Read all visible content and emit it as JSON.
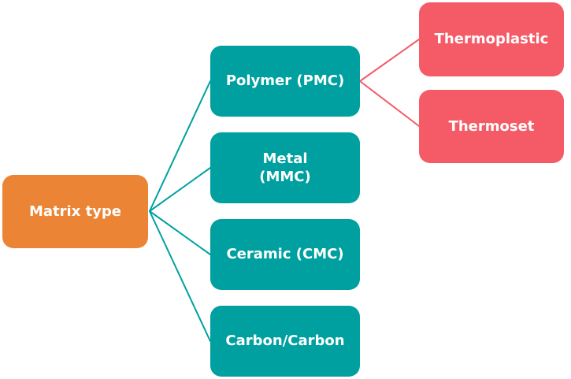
{
  "diagram": {
    "root": {
      "label": "Matrix type"
    },
    "branches": [
      {
        "label": "Polymer (PMC)",
        "children": [
          {
            "label": "Thermoplastic"
          },
          {
            "label": "Thermoset"
          }
        ]
      },
      {
        "label": "Metal\n(MMC)",
        "children": []
      },
      {
        "label": "Ceramic (CMC)",
        "children": []
      },
      {
        "label": "Carbon/Carbon",
        "children": []
      }
    ],
    "colors": {
      "root_fill": "#EB8434",
      "branch_fill": "#00A0A0",
      "leaf_fill": "#F45B67",
      "branch_line": "#00A0A0",
      "leaf_line": "#F45B67",
      "text": "#FFFFFF",
      "background": "#FFFFFF"
    }
  }
}
